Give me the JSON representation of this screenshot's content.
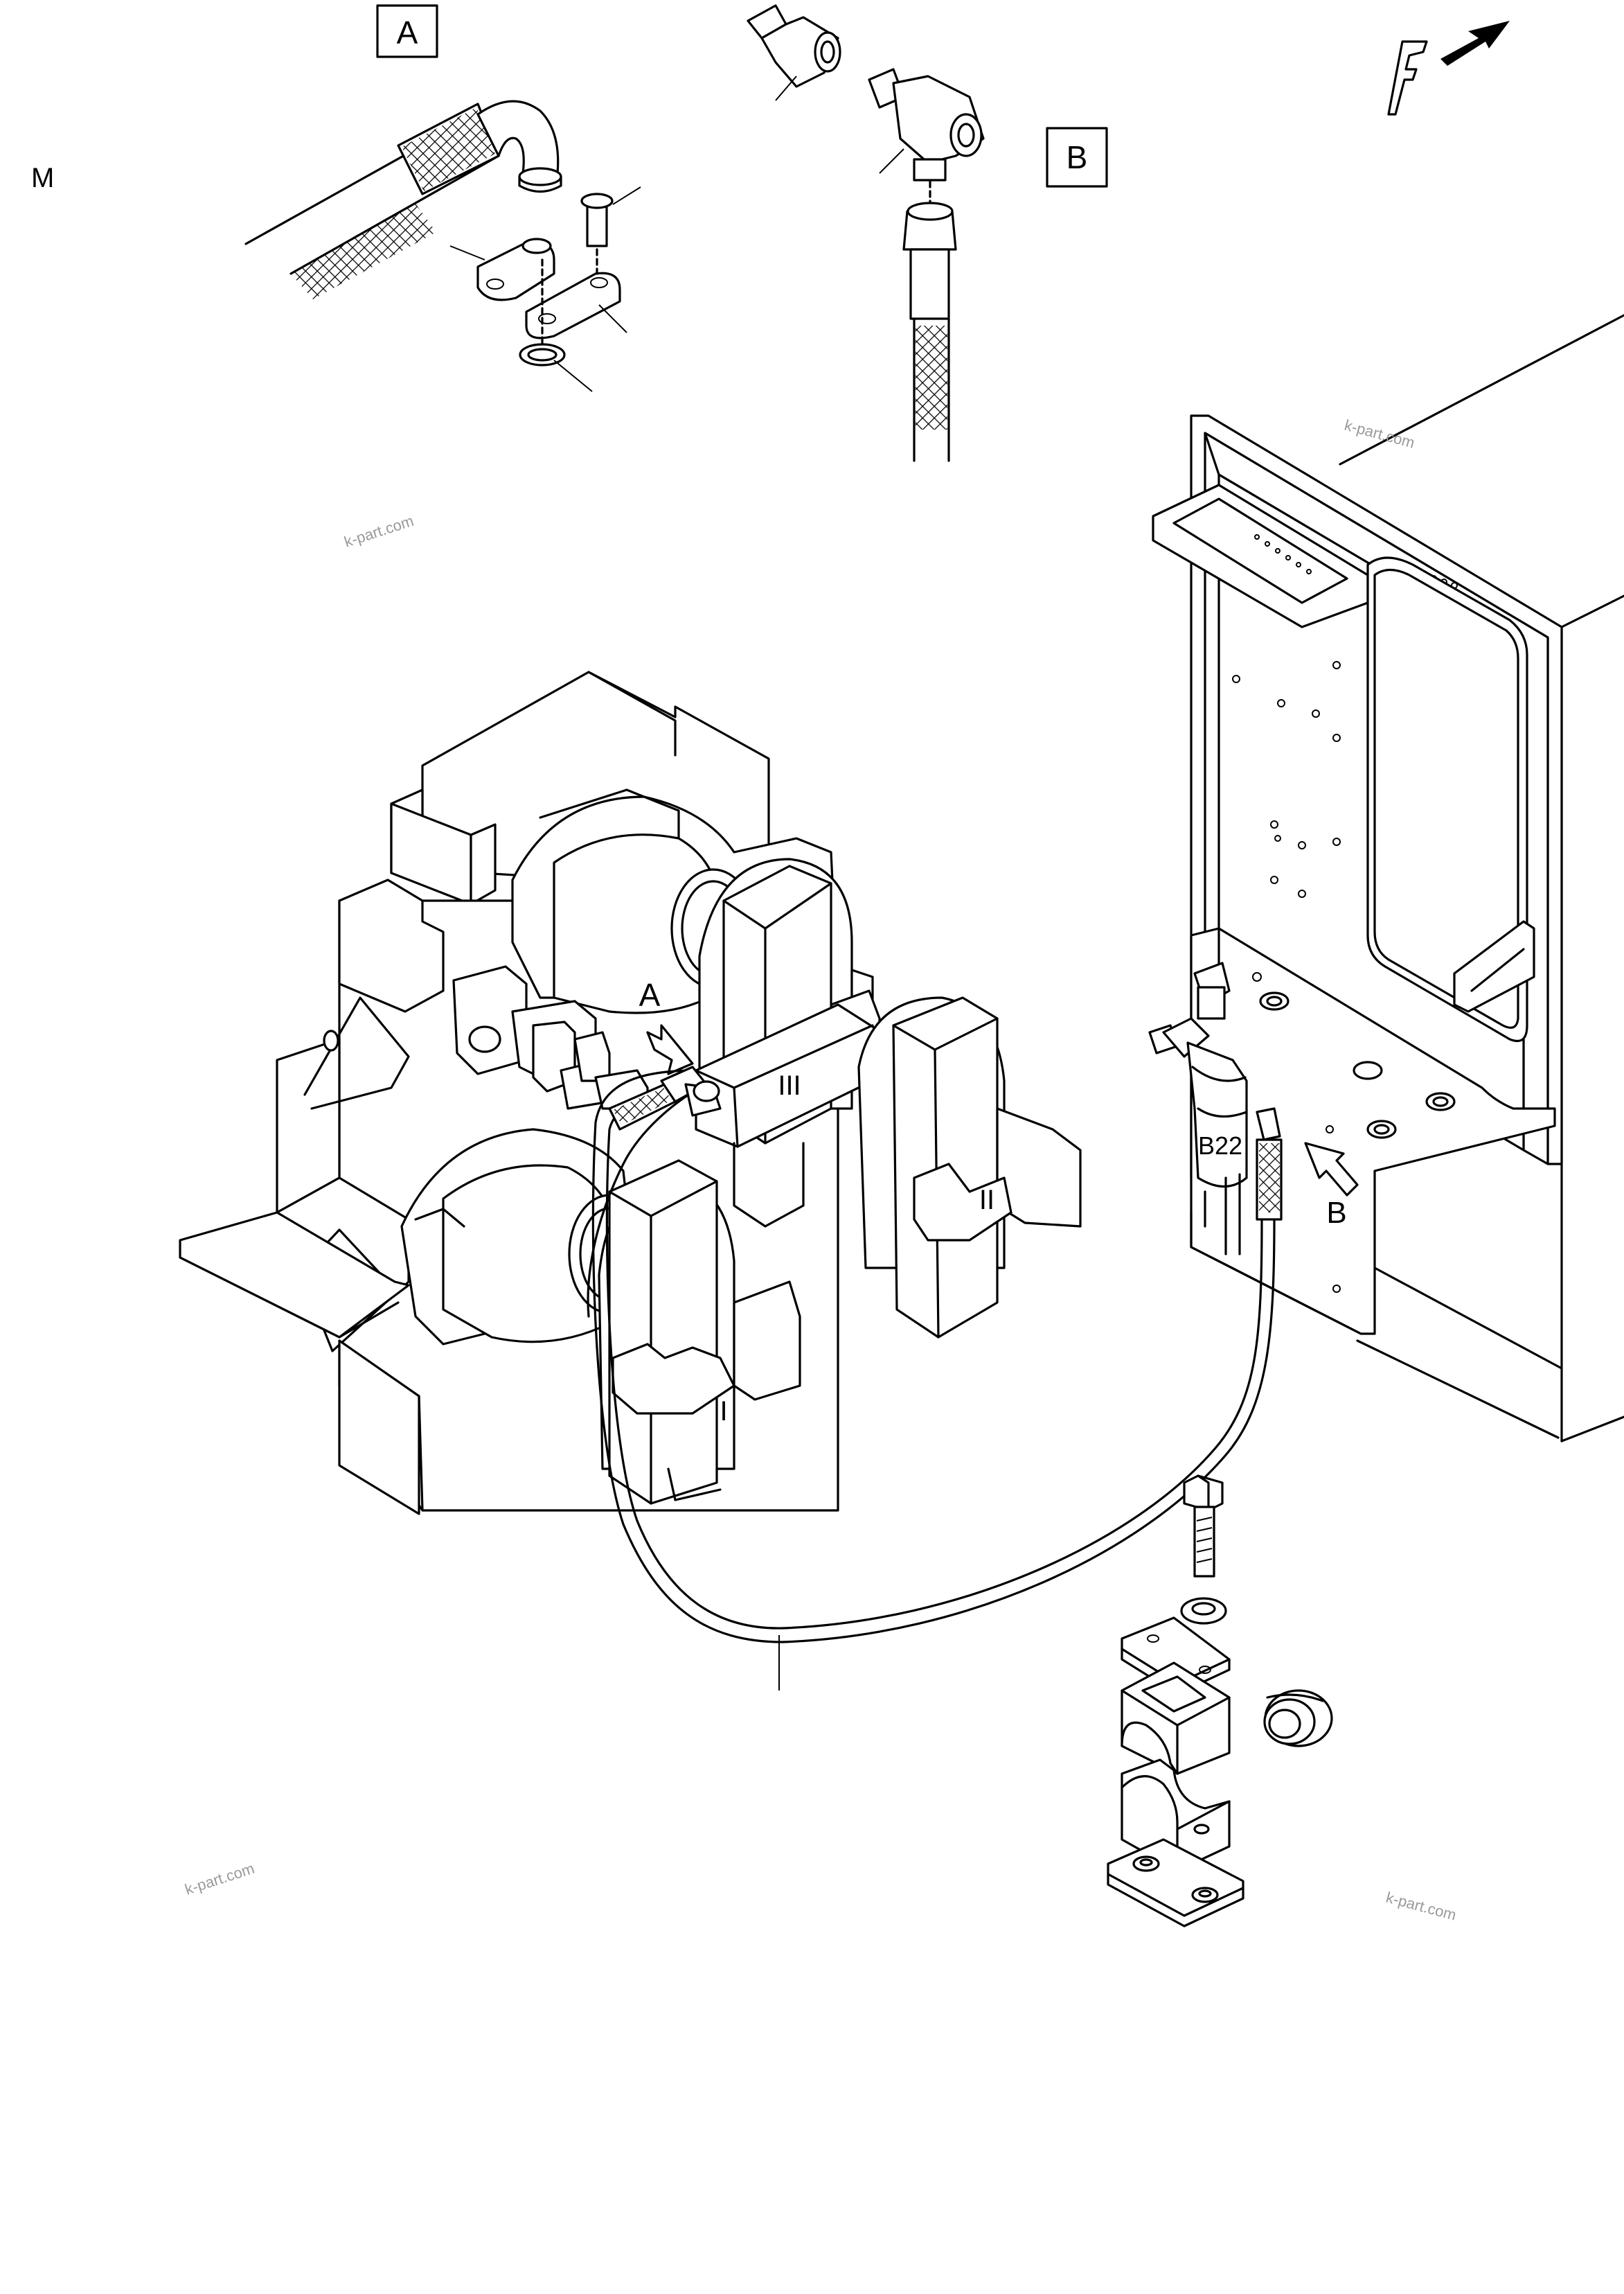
{
  "page": {
    "label_m": "M"
  },
  "detail_a": {
    "box_label": "A",
    "arrow_label": "A"
  },
  "detail_b": {
    "box_label": "B",
    "arrow_label": "B"
  },
  "component": {
    "label": "B22"
  },
  "brackets": {
    "roman_1": "I",
    "roman_2": "II",
    "roman_3": "III"
  },
  "orientation": {
    "label": "F"
  },
  "watermarks": [
    "k-part.com",
    "k-part.com",
    "k-part.com",
    "k-part.com"
  ]
}
